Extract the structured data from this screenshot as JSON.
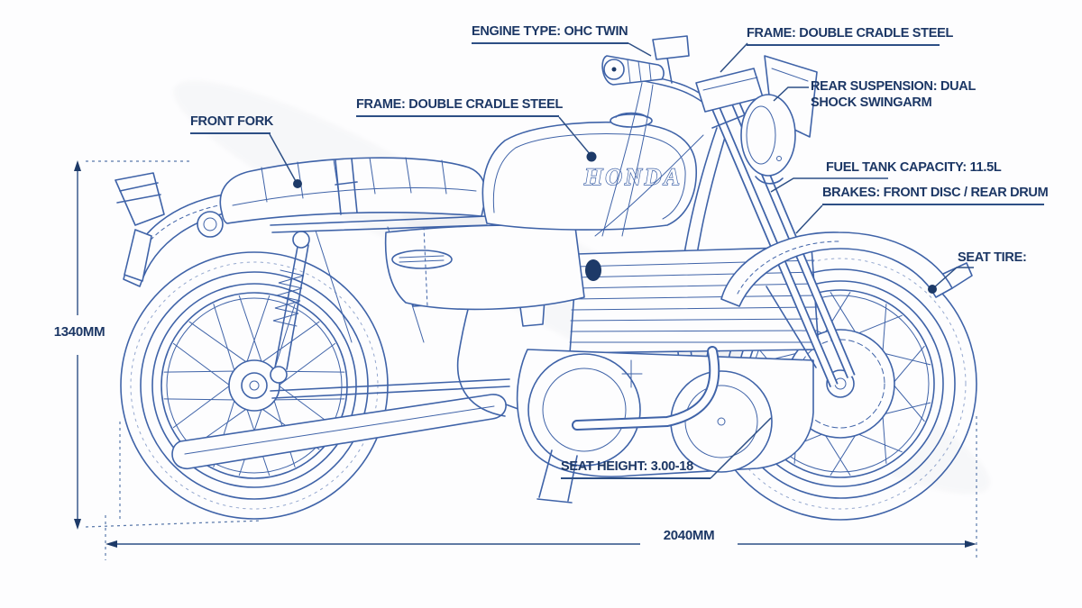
{
  "figure": {
    "type": "motorcycle blueprint side view",
    "tank_logo": "HONDA"
  },
  "callouts": {
    "engine_type": "ENGINE TYPE: OHC TWIN",
    "frame_top": "FRAME: DOUBLE CRADLE STEEL",
    "rear_suspension": "REAR SUSPENSION: DUAL SHOCK SWINGARM",
    "front_fork": "FRONT FORK",
    "frame_center": "FRAME: DOUBLE CRADLE STEEL",
    "fuel_tank": "FUEL TANK CAPACITY: 11.5L",
    "brakes": "BRAKES: FRONT DISC / REAR DRUM",
    "seat_tire": "SEAT TIRE:",
    "seat_height": "SEAT HEIGHT: 3.00-18"
  },
  "dimensions": {
    "overall_height": "1340MM",
    "overall_length": "2040MM"
  },
  "colors": {
    "line_blue": "#3f63a8",
    "label_navy": "#1c3765",
    "background": "#fdfdfe"
  }
}
